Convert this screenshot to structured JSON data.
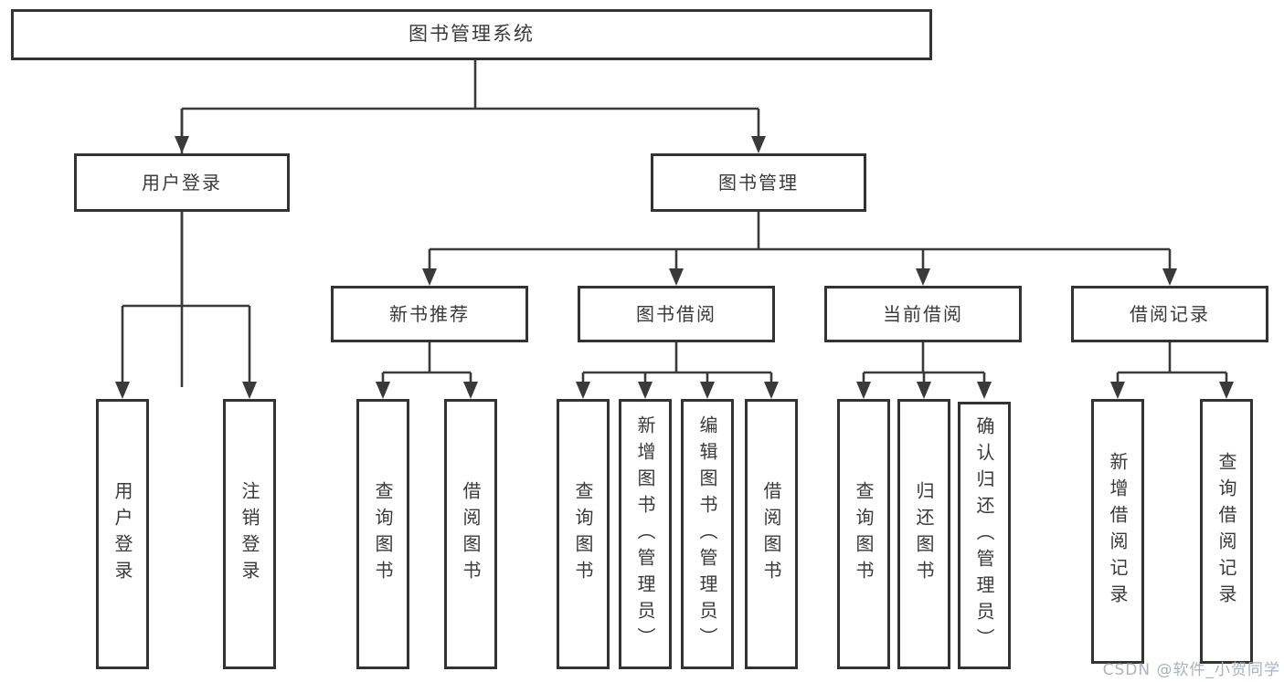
{
  "diagram": {
    "title": "图书管理系统",
    "root": {
      "label": "图书管理系统"
    },
    "level2": [
      {
        "label": "用户登录"
      },
      {
        "label": "图书管理"
      }
    ],
    "level3": [
      {
        "label": "新书推荐"
      },
      {
        "label": "图书借阅"
      },
      {
        "label": "当前借阅"
      },
      {
        "label": "借阅记录"
      }
    ],
    "leaves": {
      "user_login": [
        "用户登录",
        "注销登录"
      ],
      "new_book": [
        "查询图书",
        "借阅图书"
      ],
      "book_borrow": [
        "查询图书",
        "新增图书（管理员）",
        "编辑图书（管理员）",
        "借阅图书"
      ],
      "current_borrow": [
        "查询图书",
        "归还图书",
        "确认归还（管理员）"
      ],
      "borrow_records": [
        "新增借阅记录",
        "查询借阅记录"
      ]
    }
  },
  "watermark": "CSDN @软件_小贺同学",
  "colors": {
    "line": "#3a3a3a",
    "border": "#333333",
    "text": "#3a3a3a",
    "watermark": "#aab2bd",
    "background": "#ffffff"
  }
}
